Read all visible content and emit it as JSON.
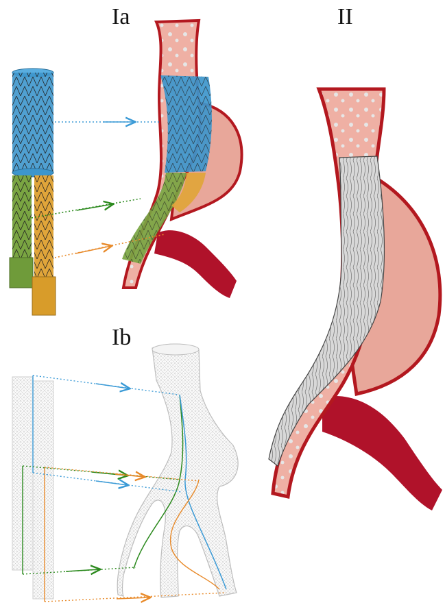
{
  "panels": {
    "ia": {
      "label": "Ia"
    },
    "ib": {
      "label": "Ib"
    },
    "ii": {
      "label": "II"
    }
  },
  "colors": {
    "stent_main": "#3d96cc",
    "stent_left_leg": "#6f9b3a",
    "stent_right_leg": "#d89c2a",
    "arrow_blue": "#3a9ad6",
    "arrow_green": "#2c8a1e",
    "arrow_orange": "#e88a2a",
    "vessel_wall": "#b3181f",
    "vessel_lumen": "#efb0a4",
    "aneurysm_fill": "#e8a79a",
    "artery_red": "#b0122a",
    "mesh_gray": "#c8c8c8",
    "deployed_stent": "#d8d8d8"
  }
}
